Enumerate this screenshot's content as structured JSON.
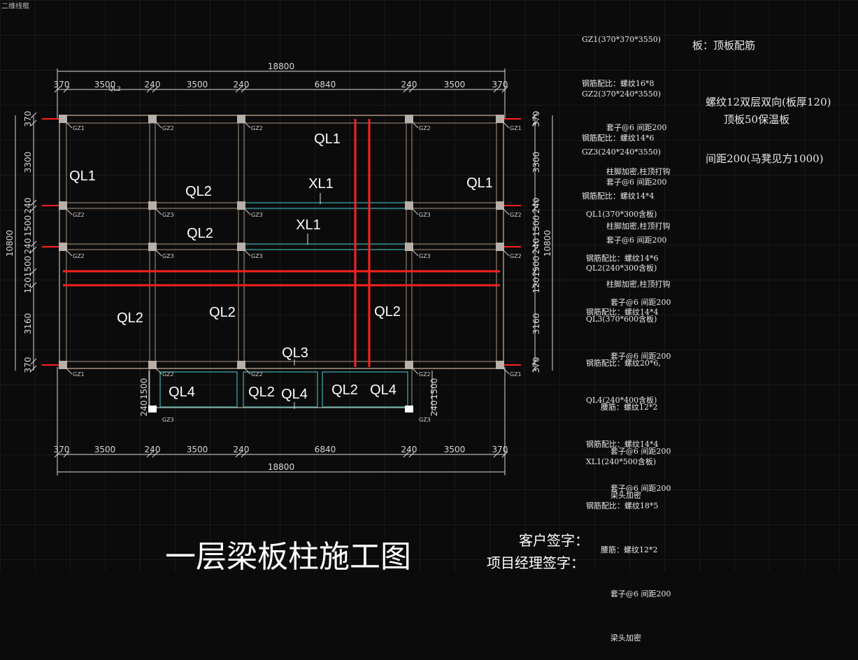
{
  "app": {
    "view_label": "二维线框"
  },
  "dims": {
    "overall": "18800",
    "top_spans": [
      "370",
      "3500",
      "240",
      "3500",
      "240",
      "6840",
      "240",
      "3500",
      "370"
    ],
    "bottom_spans": [
      "370",
      "3500",
      "240",
      "3500",
      "240",
      "6840",
      "240",
      "3500",
      "370"
    ],
    "left_total": "10800",
    "right_total": "10800",
    "left_spans": [
      "370",
      "3300",
      "240",
      "1500",
      "240",
      "1500",
      "120",
      "3160",
      "370"
    ],
    "right_spans": [
      "370",
      "3300",
      "240",
      "1500",
      "240",
      "1500",
      "120",
      "3160",
      "370"
    ],
    "lower_spans": [
      "1500",
      "240"
    ],
    "ql2_tag": "QL2"
  },
  "beams": {
    "ql1_center": "QL1",
    "ql1_left": "QL1",
    "ql1_right": "QL1",
    "ql2_a": "QL2",
    "ql2_b": "QL2",
    "xl1_a": "XL1",
    "xl1_b": "XL1",
    "ql2_c": "QL2",
    "ql2_d": "QL2",
    "ql2_e": "QL2",
    "ql3": "QL3",
    "ql4_a": "QL4",
    "ql2_f": "QL2",
    "ql4_b": "QL4",
    "ql2_g": "QL2",
    "ql4_c": "QL4"
  },
  "columns": {
    "gz1": "GZ1",
    "gz2": "GZ2",
    "gz3": "GZ3"
  },
  "notes": {
    "gz1": [
      "GZ1(370*370*3550)",
      "钢筋配比：螺纹16*8",
      "          套子@6 间距200",
      "          柱脚加密,柱顶打钩"
    ],
    "gz2": [
      "GZ2(370*240*3550)",
      "钢筋配比：螺纹14*6",
      "          套子@6 间距200",
      "          柱脚加密,柱顶打钩"
    ],
    "gz3": [
      "GZ3(240*240*3550)",
      "钢筋配比：螺纹14*4",
      "          套子@6 间距200",
      "          柱脚加密,柱顶打钩"
    ],
    "ql1": [
      "QL1(370*300含板)",
      "钢筋配比：螺纹14*6",
      "          套子@6 间距200"
    ],
    "ql2": [
      "QL2(240*300含板)",
      "钢筋配比：螺纹14*4",
      "          套子@6 间距200"
    ],
    "ql3": [
      "QL3(370*600含板)",
      "钢筋配比：螺纹20*6,",
      "      腰筋：螺纹12*2",
      "          套子@6 间距200",
      "          梁头加密"
    ],
    "ql4": [
      "QL4(240*400含板)",
      "钢筋配比：螺纹14*4",
      "          套子@6 间距200"
    ],
    "xl1": [
      "XL1(240*500含板)",
      "钢筋配比：螺纹18*5",
      "      腰筋：螺纹12*2",
      "          套子@6 间距200",
      "          梁头加密"
    ],
    "slab": [
      "板：顶板配筋",
      "    螺纹12双层双向(板厚120)",
      "    间距200(马凳见方1000)"
    ],
    "insulation": "顶板50保温板"
  },
  "title": "一层梁板柱施工图",
  "signatures": {
    "client": "客户签字：",
    "manager": "项目经理签字："
  },
  "colors": {
    "background": "#0b0b0b",
    "structure": "#a89580",
    "red_line": "#ff2020",
    "cyan": "#44d0d8",
    "dim": "#d8d8d8",
    "text": "#ffffff"
  }
}
